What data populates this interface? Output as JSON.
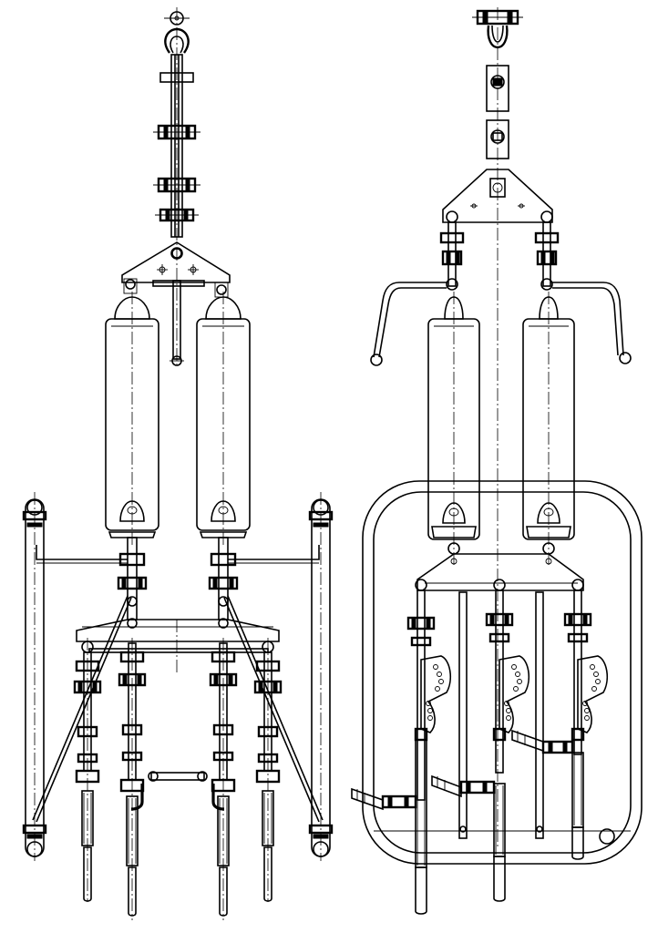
{
  "drawing": {
    "left_assembly": {
      "insulators": 2,
      "rod_strings": 4,
      "shield_type": "vertical side rods"
    },
    "right_assembly": {
      "insulators": 2,
      "rod_strings": 3,
      "shield_type": "rounded rectangular ring"
    }
  },
  "colors": {
    "line": "#000000",
    "background": "#ffffff"
  }
}
